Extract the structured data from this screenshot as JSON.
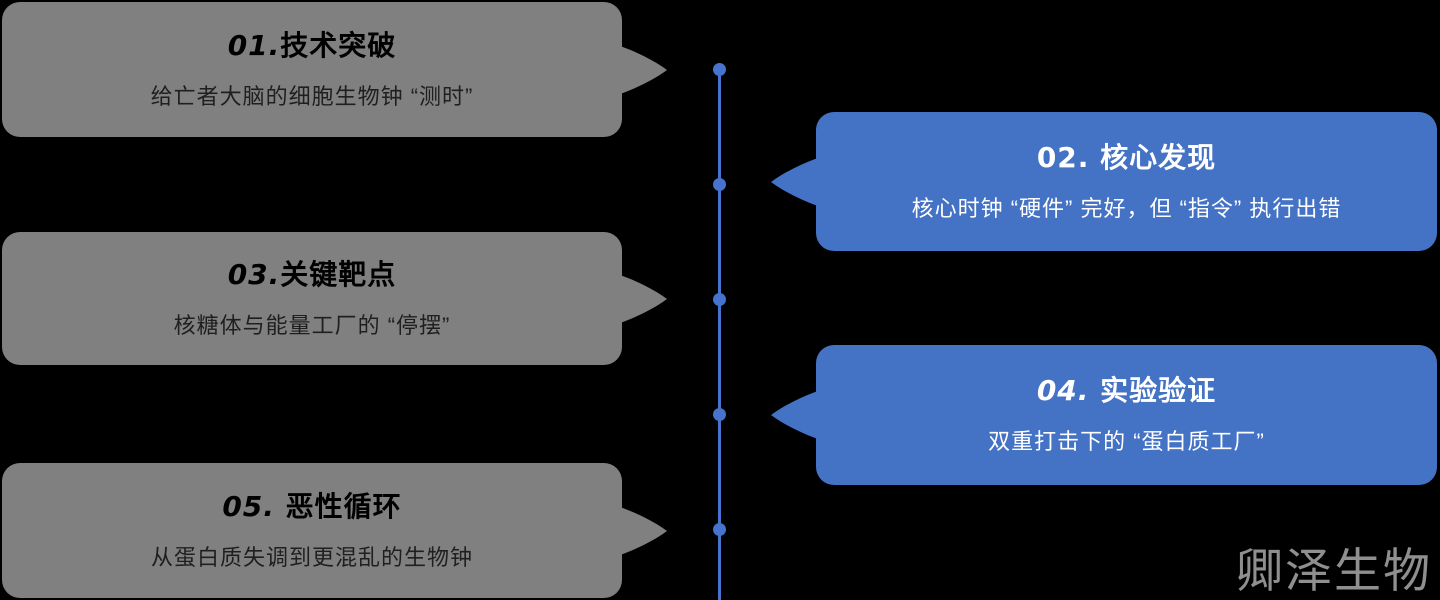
{
  "colors": {
    "background": "#000000",
    "gray_box": "#808080",
    "blue_box": "#4472c4",
    "timeline": "#4673cd",
    "gray_box_title_text": "#000000",
    "gray_box_sub_text": "#1f1f1f",
    "blue_box_text": "#ffffff",
    "watermark_text": "#8f8f8f"
  },
  "timeline": {
    "node_count": 5
  },
  "boxes": [
    {
      "id": "01",
      "side": "left",
      "num": "01.",
      "title": "技术突破",
      "subtitle": "给亡者大脑的细胞生物钟 “测时”"
    },
    {
      "id": "02",
      "side": "right",
      "num": "02. ",
      "title": "核心发现",
      "subtitle": "核心时钟 “硬件” 完好，但 “指令” 执行出错"
    },
    {
      "id": "03",
      "side": "left",
      "num": "03.",
      "title": "关键靶点",
      "subtitle": "核糖体与能量工厂的 “停摆”"
    },
    {
      "id": "04",
      "side": "right",
      "num": "04. ",
      "title": "实验验证",
      "subtitle": "双重打击下的 “蛋白质工厂”"
    },
    {
      "id": "05",
      "side": "left",
      "num": "05. ",
      "title": "恶性循环",
      "subtitle": "从蛋白质失调到更混乱的生物钟"
    }
  ],
  "watermark": {
    "text": "卿泽生物"
  }
}
